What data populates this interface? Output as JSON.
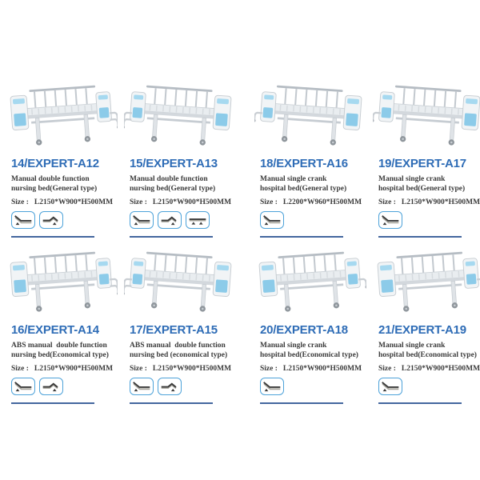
{
  "page": {
    "background": "#ffffff",
    "description": "Hospital bed product catalog grid, 2 rows x 4 columns"
  },
  "colors": {
    "title_blue": "#2e6cb6",
    "divider_blue": "#44679f",
    "icon_border_blue": "#4da2d9",
    "text_dark": "#3c3c3c",
    "bed_accent_blue": "#8ccbe9",
    "bed_frame_gray": "#e9edf0"
  },
  "products": [
    {
      "title": "14/EXPERT-A12",
      "desc_line1": "Manual double function",
      "desc_line2": "nursing bed(General type)",
      "size_label": "Size :",
      "size_value": "L2150*W900*H500MM",
      "icons": [
        "backrest-raised",
        "knee-raised"
      ],
      "cranks": 2,
      "flipped": false
    },
    {
      "title": "15/EXPERT-A13",
      "desc_line1": "Manual double function",
      "desc_line2": "nursing bed(General type)",
      "size_label": "Size :",
      "size_value": "L2150*W900*H500MM",
      "icons": [
        "backrest-raised",
        "knee-raised",
        "flat"
      ],
      "cranks": 2,
      "flipped": true
    },
    {
      "title": "18/EXPERT-A16",
      "desc_line1": "Manual single crank",
      "desc_line2": "hospital bed(General type)",
      "size_label": "Size :",
      "size_value": "L2200*W960*H500MM",
      "icons": [
        "backrest-raised"
      ],
      "cranks": 1,
      "flipped": true
    },
    {
      "title": "19/EXPERT-A17",
      "desc_line1": "Manual single crank",
      "desc_line2": "hospital bed(General type)",
      "size_label": "Size :",
      "size_value": "L2150*W900*H500MM",
      "icons": [
        "backrest-raised"
      ],
      "cranks": 1,
      "flipped": true
    },
    {
      "title": "16/EXPERT-A14",
      "desc_line1": "ABS manual  double function",
      "desc_line2": "nursing bed(Economical type)",
      "size_label": "Size :",
      "size_value": "L2150*W900*H500MM",
      "icons": [
        "backrest-raised",
        "knee-raised"
      ],
      "cranks": 2,
      "flipped": false
    },
    {
      "title": "17/EXPERT-A15",
      "desc_line1": "ABS manual  double function",
      "desc_line2": "nursing bed (economical type)",
      "size_label": "Size :",
      "size_value": "L2150*W900*H500MM",
      "icons": [
        "backrest-raised",
        "knee-raised"
      ],
      "cranks": 2,
      "flipped": true
    },
    {
      "title": "20/EXPERT-A18",
      "desc_line1": "Manual single crank",
      "desc_line2": "hospital bed(Economical type)",
      "size_label": "Size :",
      "size_value": "L2150*W900*H500MM",
      "icons": [
        "backrest-raised"
      ],
      "cranks": 1,
      "flipped": false
    },
    {
      "title": "21/EXPERT-A19",
      "desc_line1": "Manual single crank",
      "desc_line2": "hospital bed(Economical type)",
      "size_label": "Size :",
      "size_value": "L2150*W900*H500MM",
      "icons": [
        "backrest-raised"
      ],
      "cranks": 1,
      "flipped": false
    }
  ]
}
